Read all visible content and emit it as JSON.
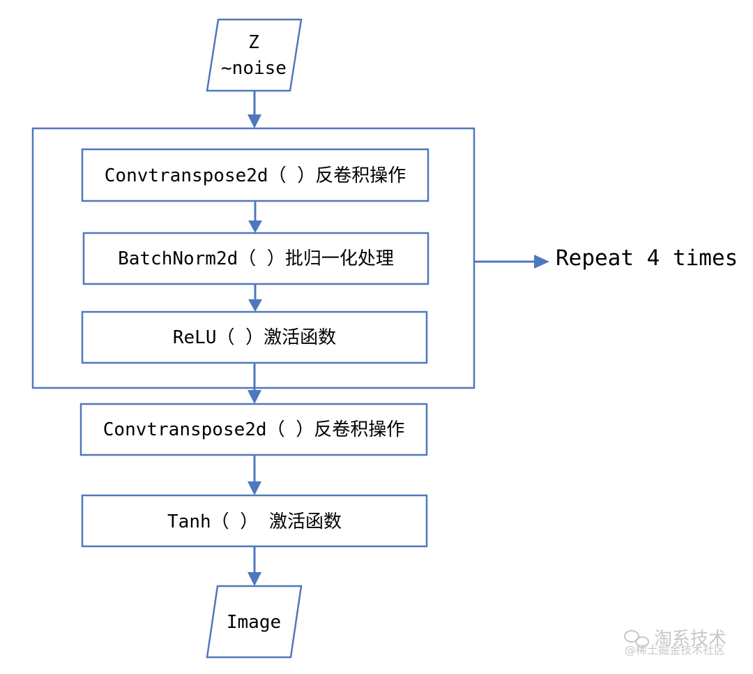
{
  "nodes": {
    "input": {
      "line1": "Z",
      "line2": "~noise"
    },
    "convtranspose_loop": "Convtranspose2d（ ）反卷积操作",
    "batchnorm": "BatchNorm2d（ ）批归一化处理",
    "relu": "ReLU（ ）激活函数",
    "convtranspose_final": "Convtranspose2d（ ）反卷积操作",
    "tanh": "Tanh（ ） 激活函数",
    "output": "Image"
  },
  "loop_label": "Repeat 4 times",
  "watermark": {
    "line1": "淘系技术",
    "line2": "@稀土掘金技术社区"
  },
  "colors": {
    "stroke": "#4f77bd",
    "text": "#000000",
    "background": "#ffffff"
  }
}
